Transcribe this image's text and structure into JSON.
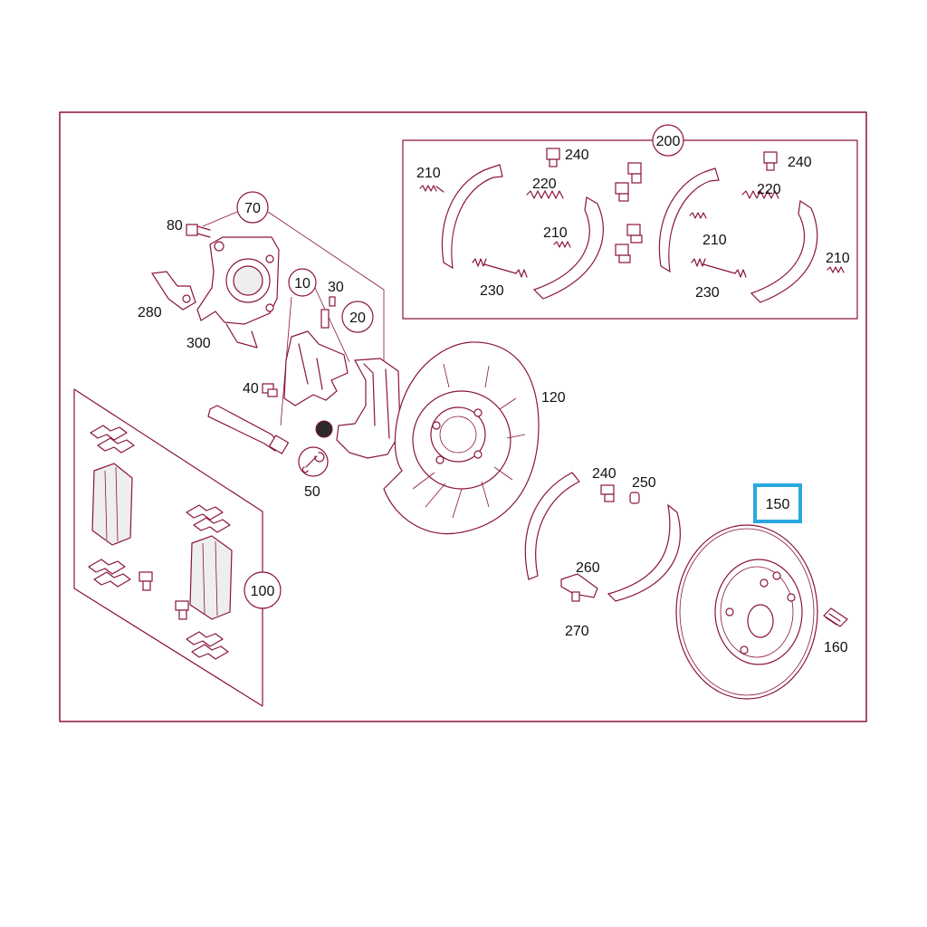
{
  "colors": {
    "line": "#8a1538",
    "highlight": "#29a8e0",
    "text": "#111111"
  },
  "callouts": {
    "p10": "10",
    "p20": "20",
    "p30": "30",
    "p40": "40",
    "p50": "50",
    "p70": "70",
    "p80": "80",
    "p100": "100",
    "p120": "120",
    "p150": "150",
    "p160": "160",
    "p200": "200",
    "p210a": "210",
    "p210b": "210",
    "p210c": "210",
    "p210d": "210",
    "p220a": "220",
    "p220b": "220",
    "p230a": "230",
    "p230b": "230",
    "p240a": "240",
    "p240b": "240",
    "p240c": "240",
    "p250": "250",
    "p260": "260",
    "p270": "270",
    "p280": "280",
    "p300": "300"
  },
  "highlighted_part": "150"
}
